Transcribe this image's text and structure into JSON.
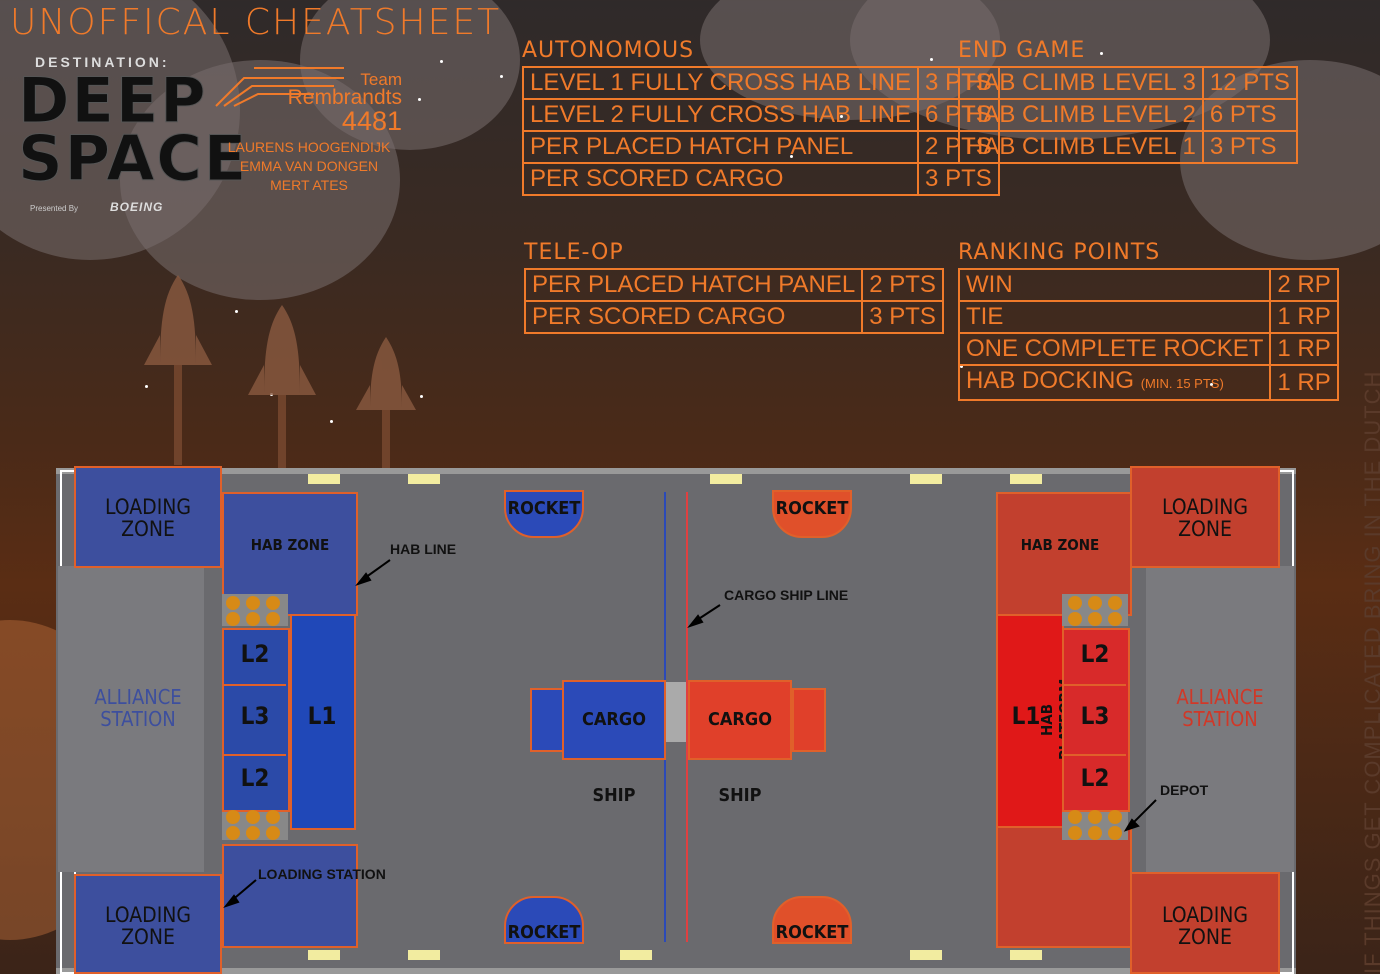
{
  "title": "UNOFFICAL CHEATSHEET",
  "logo": {
    "destination": "DESTINATION:",
    "deep": "DEEP",
    "space": "SPACE",
    "presented_by": "Presented By",
    "sponsor": "BOEING"
  },
  "team": {
    "line1": "Team",
    "line2": "Rembrandts",
    "number": "4481",
    "members": [
      "LAURENS HOOGENDIJK",
      "EMMA VAN DONGEN",
      "MERT ATES"
    ]
  },
  "autonomous": {
    "heading": "AUTONOMOUS",
    "rows": [
      {
        "label": "LEVEL 1  FULLY CROSS HAB LINE",
        "pts": "3 PTS"
      },
      {
        "label": "LEVEL 2 FULLY CROSS HAB LINE",
        "pts": "6 PTS"
      },
      {
        "label": "PER PLACED HATCH PANEL",
        "pts": "2 PTS"
      },
      {
        "label": "PER SCORED CARGO",
        "pts": "3 PTS"
      }
    ]
  },
  "teleop": {
    "heading": "TELE-OP",
    "rows": [
      {
        "label": "PER PLACED HATCH PANEL",
        "pts": "2 PTS"
      },
      {
        "label": "PER SCORED CARGO",
        "pts": "3 PTS"
      }
    ]
  },
  "endgame": {
    "heading": "END GAME",
    "rows": [
      {
        "label": "HAB CLIMB LEVEL 3",
        "pts": "12 PTS"
      },
      {
        "label": "HAB CLIMB LEVEL 2",
        "pts": "6 PTS"
      },
      {
        "label": "HAB CLIMB LEVEL 1",
        "pts": "3 PTS"
      }
    ]
  },
  "ranking": {
    "heading": "RANKING POINTS",
    "rows": [
      {
        "label": "WIN",
        "pts": "2 RP"
      },
      {
        "label": "TIE",
        "pts": "1 RP"
      },
      {
        "label": "ONE COMPLETE ROCKET",
        "pts": "1 RP"
      },
      {
        "label": "HAB DOCKING",
        "note": "(MIN. 15 PTS)",
        "pts": "1 RP"
      }
    ]
  },
  "side_text": "IF THINGS GET COMPLICATED BRING IN THE DUTCH",
  "field": {
    "loading_zone_l1": "LOADING",
    "loading_zone_l2": "ZONE",
    "hab_zone": "HAB ZONE",
    "hab_line": "HAB LINE",
    "alliance_l1": "ALLIANCE",
    "alliance_l2": "STATION",
    "rocket": "ROCKET",
    "cargo_ship": "CARGO SHIP",
    "cargo_ship_line": "CARGO SHIP LINE",
    "l1": "L1",
    "l2": "L2",
    "l3": "L3",
    "hab_platform": "HAB PLATFORM",
    "loading_station": "LOADING STATION",
    "depot": "DEPOT"
  },
  "colors": {
    "accent": "#f07a2a",
    "blue": "#3d4f9e",
    "red": "#c2402e"
  }
}
